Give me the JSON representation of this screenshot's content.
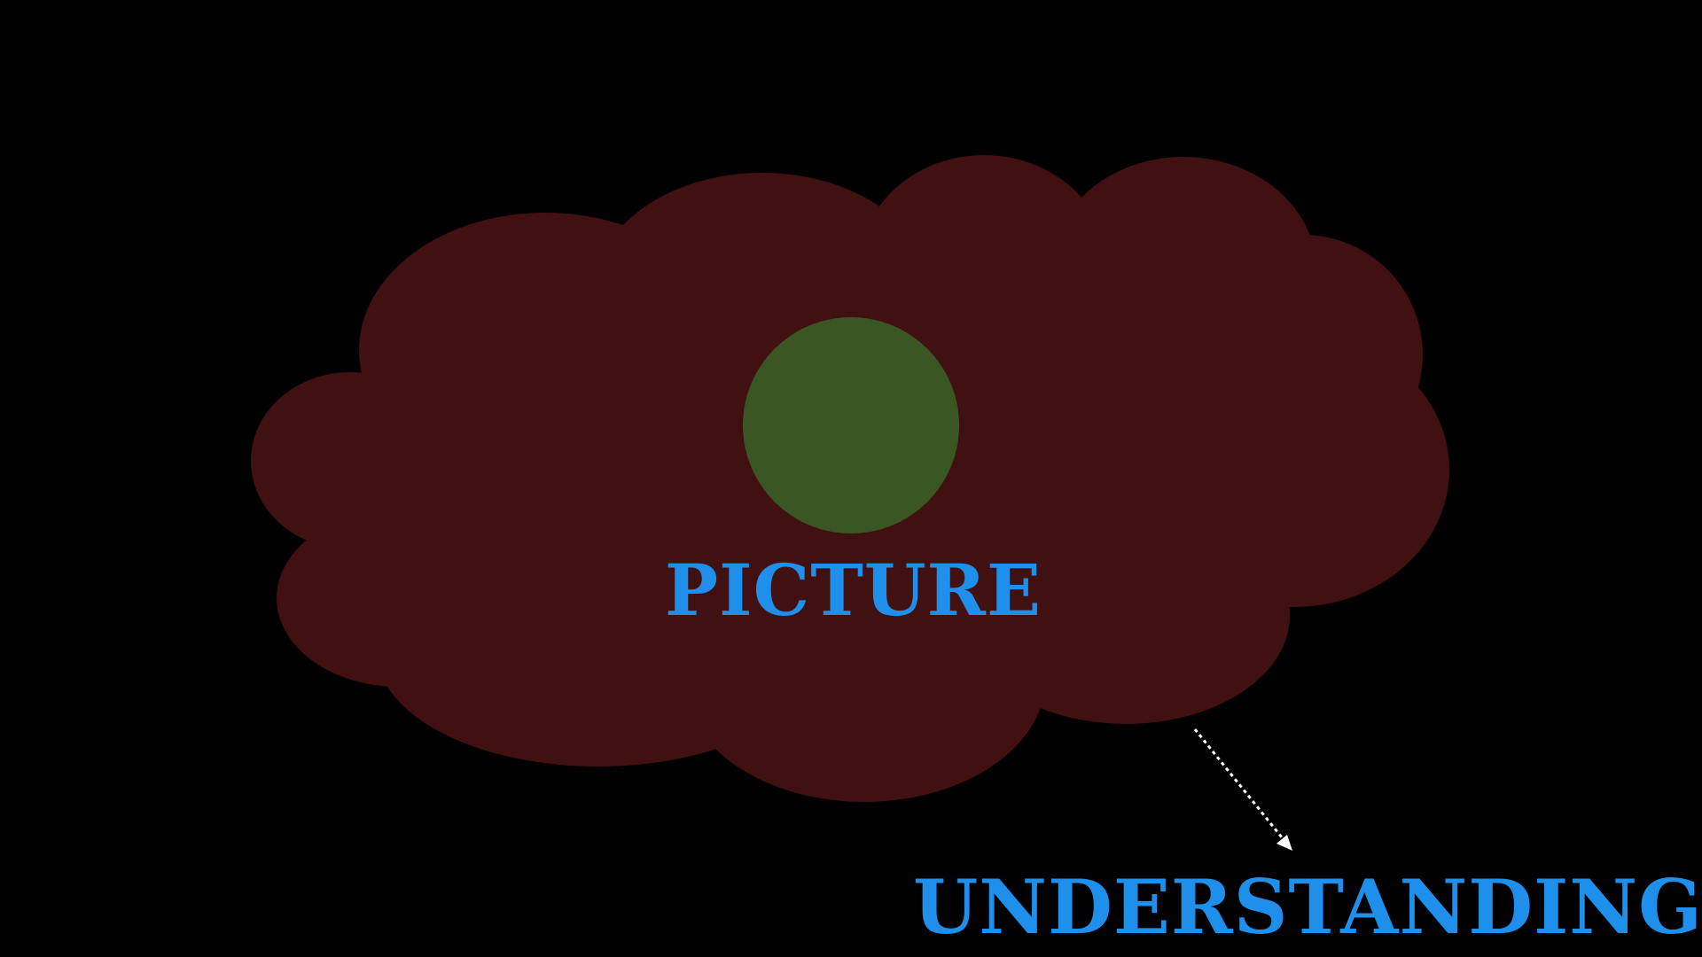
{
  "labels": {
    "picture": "PICTURE",
    "understanding": "UNDERSTANDING"
  },
  "colors": {
    "background": "#000000",
    "cloud": "#411010",
    "circle": "#3A5723",
    "text": "#1E8FEA",
    "arrow": "#FFFFFF"
  },
  "icons": {
    "cloud": "cloud-shape",
    "circle": "filled-circle",
    "arrow": "dotted-arrow"
  }
}
